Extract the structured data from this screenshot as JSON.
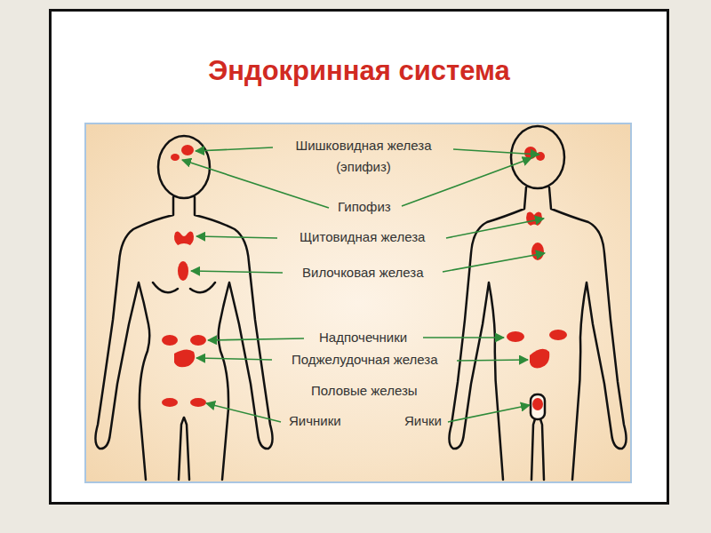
{
  "diagram": {
    "title": "Эндокринная система",
    "labels": [
      "Шишковидная железа (эпифиз)",
      "Гипофиз",
      "Щитовидная железа",
      "Вилочковая железа",
      "Надпочечники",
      "Поджелудочная железа",
      "Половые железы",
      "Яичники",
      "Яички"
    ]
  }
}
